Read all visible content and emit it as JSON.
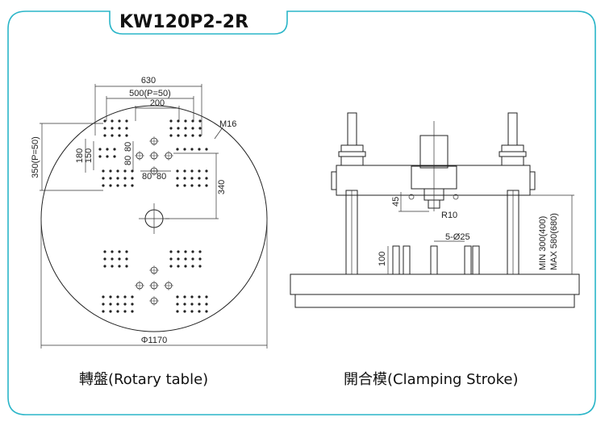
{
  "title": "KW120P2-2R",
  "rotary_table": {
    "caption": "轉盤(Rotary table)",
    "dims": {
      "d630": "630",
      "d500": "500(P=50)",
      "d200": "200",
      "m16": "M16",
      "d350": "350(P=50)",
      "d180": "180",
      "d150": "150",
      "d80a": "80",
      "d80b": "80",
      "d80c": "80",
      "d80d": "80",
      "d340": "340",
      "d1170": "Φ1170"
    }
  },
  "clamping": {
    "caption": "開合模(Clamping Stroke)",
    "dims": {
      "d45": "45",
      "r10": "R10",
      "holes": "5-Ø25",
      "d100": "100",
      "min": "MIN 300(400)",
      "max": "MAX 580(680)"
    }
  },
  "colors": {
    "frame": "#2ab5c8",
    "line": "#222222"
  }
}
